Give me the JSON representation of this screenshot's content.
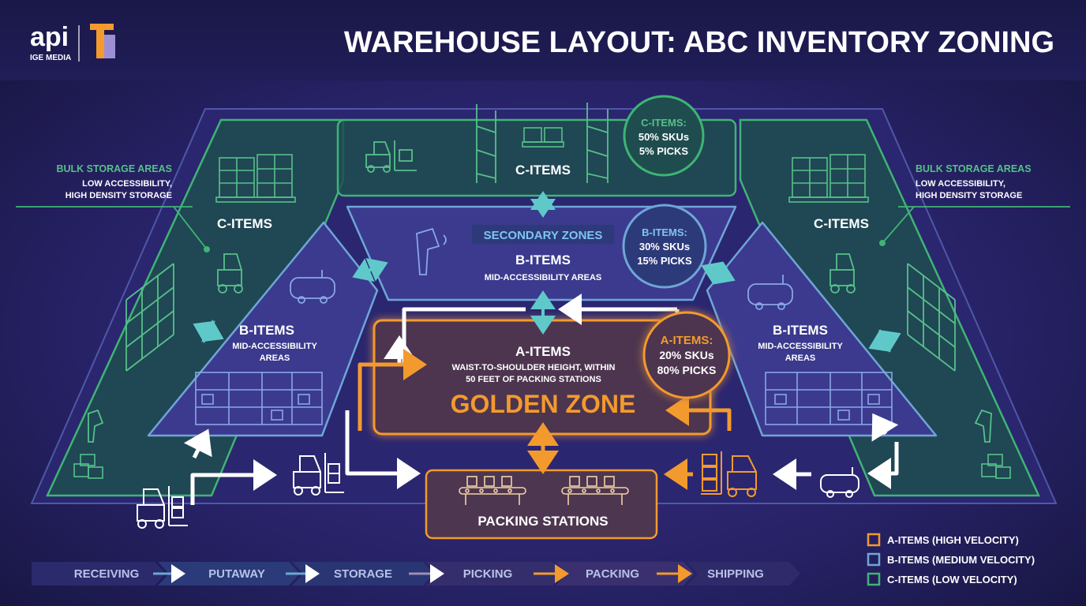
{
  "brand": {
    "name": "api",
    "sub": "IGE MEDIA"
  },
  "title": "WAREHOUSE LAYOUT: ABC INVENTORY ZONING",
  "colors": {
    "a": "#f39a2e",
    "b": "#6ea6d6",
    "c": "#3fb474",
    "bg": "#1c1a52"
  },
  "zones": {
    "c_top": {
      "label": "C-ITEMS"
    },
    "c_left": {
      "label": "C-ITEMS"
    },
    "c_right": {
      "label": "C-ITEMS"
    },
    "b_center": {
      "tag": "SECONDARY ZONES",
      "label": "B-ITEMS",
      "sub": "MID-ACCESSIBILITY AREAS"
    },
    "b_left": {
      "label": "B-ITEMS",
      "sub1": "MID-ACCESSIBILITY",
      "sub2": "AREAS"
    },
    "b_right": {
      "label": "B-ITEMS",
      "sub1": "MID-ACCESSIBILITY",
      "sub2": "AREAS"
    },
    "golden": {
      "label": "A-ITEMS",
      "sub1": "WAIST-TO-SHOULDER HEIGHT, WITHIN",
      "sub2": "50 FEET OF PACKING STATIONS",
      "big": "GOLDEN ZONE"
    },
    "packing": {
      "label": "PACKING STATIONS"
    }
  },
  "bulk_left": {
    "title": "BULK STORAGE AREAS",
    "line1": "LOW ACCESSIBILITY,",
    "line2": "HIGH DENSITY STORAGE"
  },
  "bulk_right": {
    "title": "BULK STORAGE AREAS",
    "line1": "LOW ACCESSIBILITY,",
    "line2": "HIGH DENSITY STORAGE"
  },
  "stats": {
    "c": {
      "head": "C-ITEMS:",
      "skus": "50% SKUs",
      "picks": "5% PICKS"
    },
    "b": {
      "head": "B-ITEMS:",
      "skus": "30% SKUs",
      "picks": "15% PICKS"
    },
    "a": {
      "head": "A-ITEMS:",
      "skus": "20% SKUs",
      "picks": "80% PICKS"
    }
  },
  "flow": [
    "RECEIVING",
    "PUTAWAY",
    "STORAGE",
    "PICKING",
    "PACKING",
    "SHIPPING"
  ],
  "legend": [
    {
      "label": "A-ITEMS (HIGH VELOCITY)",
      "color": "#f39a2e"
    },
    {
      "label": "B-ITEMS (MEDIUM VELOCITY)",
      "color": "#6ea6d6"
    },
    {
      "label": "C-ITEMS (LOW VELOCITY)",
      "color": "#3fb474"
    }
  ]
}
